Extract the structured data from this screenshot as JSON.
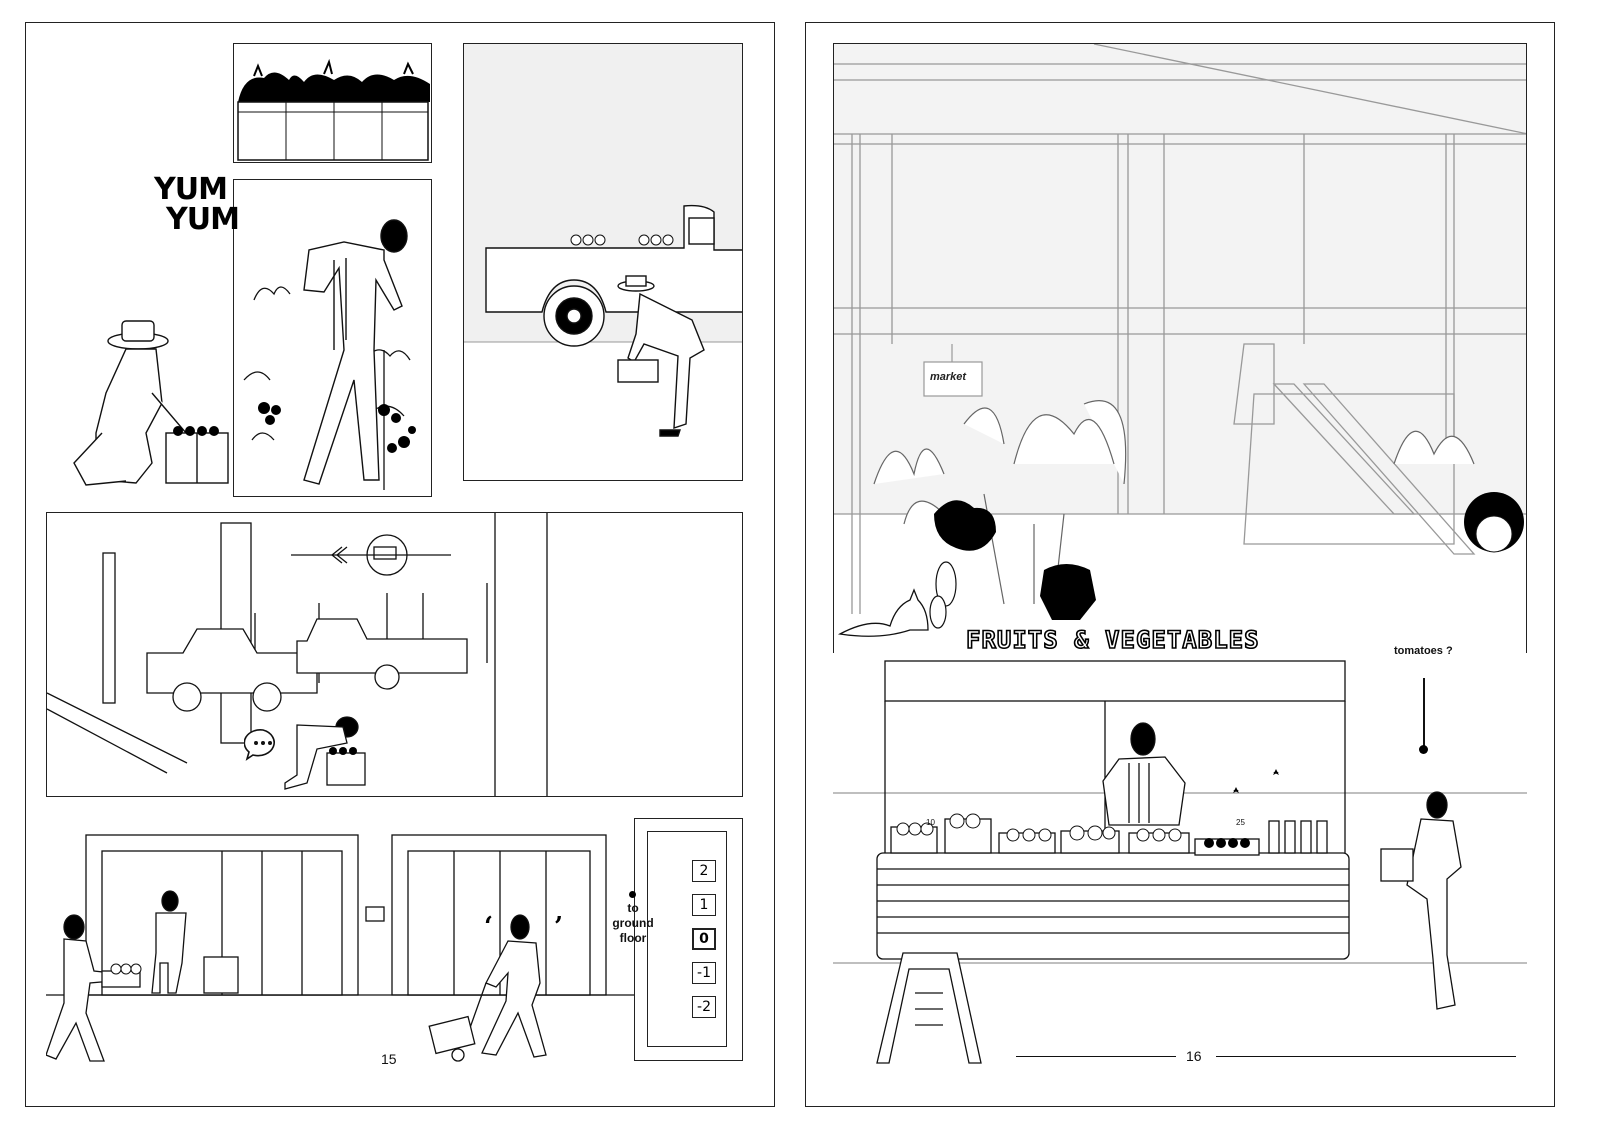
{
  "left_page": {
    "page_number": "15",
    "sound_effect": {
      "line1": "YUM",
      "line2": "YUM"
    },
    "speech_bubble_icon": "ellipsis-speech-bubble",
    "elevator": {
      "caption_line1": "to",
      "caption_line2": "ground",
      "caption_line3": "floor",
      "floors": [
        "2",
        "1",
        "0",
        "-1",
        "-2"
      ],
      "selected_floor": "0"
    }
  },
  "right_page": {
    "page_number": "16",
    "market_sign": "market",
    "stall_sign": "FRUITS & VEGETABLES",
    "customer_question": "tomatoes ?",
    "price_tags": [
      "10",
      "25"
    ]
  },
  "colors": {
    "ink": "#111111",
    "background": "#ffffff",
    "architecture_grey": "#999999"
  }
}
